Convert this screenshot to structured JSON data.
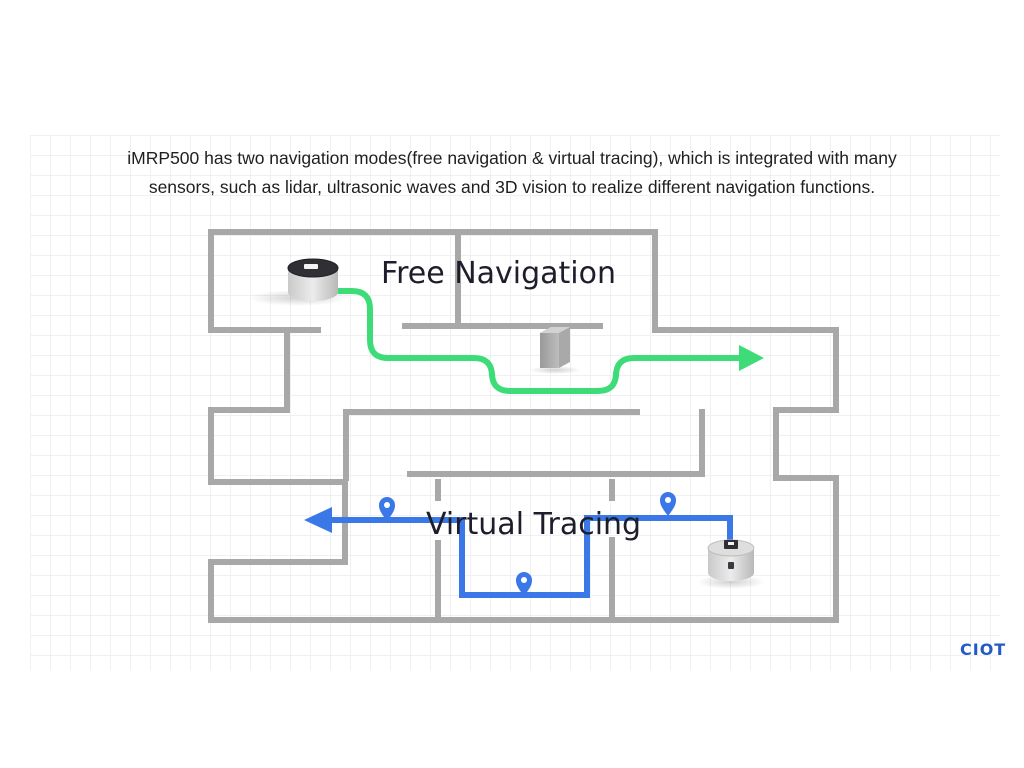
{
  "intro": {
    "line1": "iMRP500 has two navigation modes(free navigation & virtual tracing), which is integrated with many",
    "line2": "sensors, such as lidar, ultrasonic waves and 3D vision to realize different navigation functions."
  },
  "modes": {
    "free": {
      "label": "Free Navigation",
      "color": "#3ddc78"
    },
    "virtual": {
      "label": "Virtual Tracing",
      "color": "#3a78e8"
    }
  },
  "brand": {
    "logo_text": "CIOT",
    "color": "#2459c8"
  },
  "colors": {
    "walls": "#a8a8a8",
    "background_grid": "#eef0f2"
  },
  "icons": [
    "robot-icon",
    "obstacle-box-icon",
    "location-pin-icon",
    "arrow-icon",
    "ciot-logo"
  ]
}
